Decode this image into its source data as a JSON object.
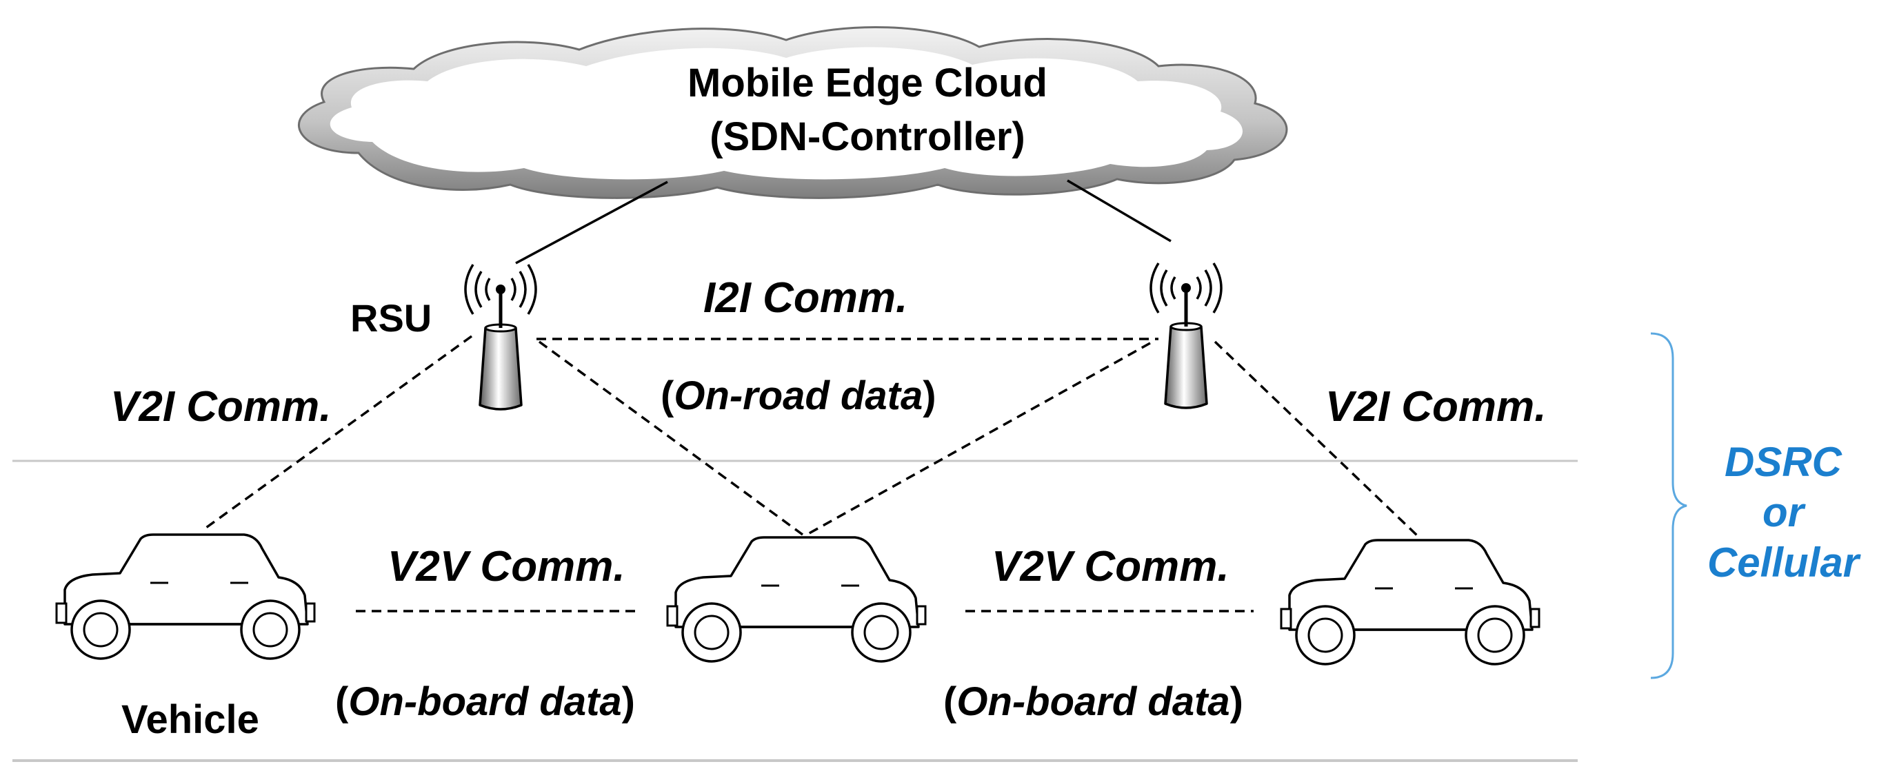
{
  "cloud": {
    "line1": "Mobile Edge Cloud",
    "line2": "(SDN-Controller)"
  },
  "labels": {
    "rsu": "RSU",
    "vehicle": "Vehicle",
    "i2i_comm": "I2I Comm.",
    "on_road_data": "On-road data",
    "v2i_comm_left": "V2I Comm.",
    "v2i_comm_right": "V2I Comm.",
    "v2v_comm_left": "V2V Comm.",
    "v2v_comm_right": "V2V Comm.",
    "on_board_data_left": "On-board data",
    "on_board_data_right": "On-board data"
  },
  "paren": {
    "open": "(",
    "close": ")"
  },
  "bracket_label": {
    "line1": "DSRC",
    "line2": "or",
    "line3": "Cellular"
  },
  "colors": {
    "accent_blue": "#1b7fce",
    "line": "#000000",
    "road": "#c8c8c8",
    "cloud_edge": "#8c8c8c"
  },
  "icons": [
    "cloud-icon",
    "rsu-antenna-icon",
    "car-icon",
    "signal-waves-icon"
  ]
}
